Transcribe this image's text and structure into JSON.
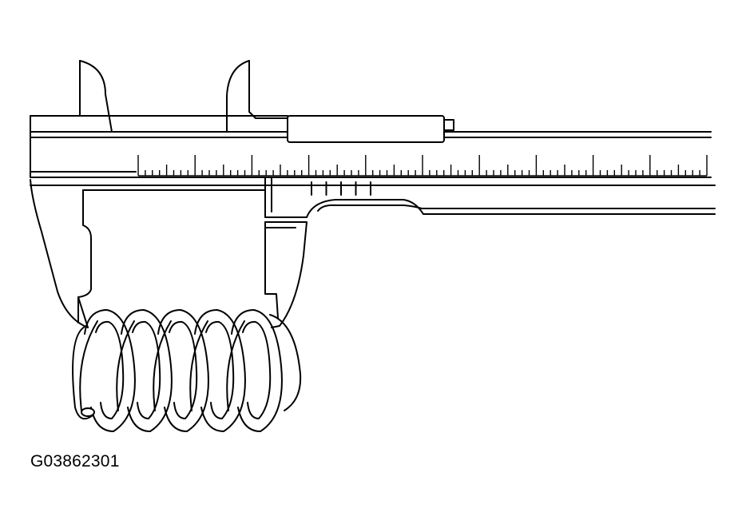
{
  "figure": {
    "code": "G03862301"
  },
  "illustration": {
    "subject": "caliper-measuring-coil-spring",
    "main_scale_major_ticks": 10,
    "main_scale_minor_per_major": 8,
    "vernier_ticks": 5,
    "spring_coils": 5
  }
}
